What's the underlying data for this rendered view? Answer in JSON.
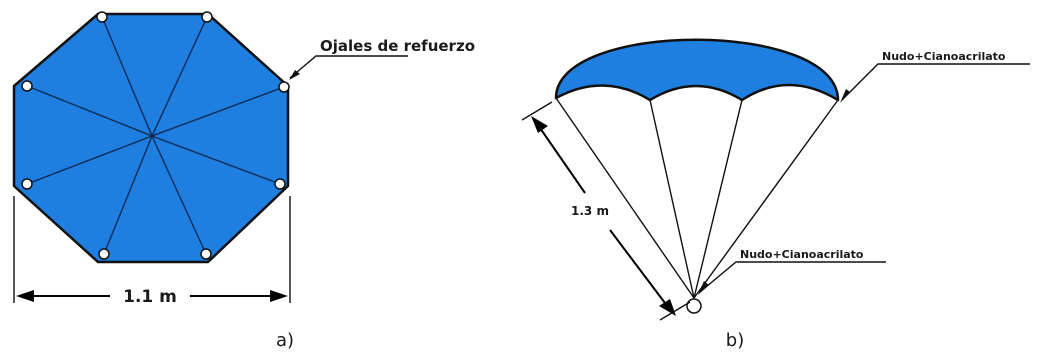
{
  "panel_a": {
    "caption": "a)",
    "grommet_label": "Ojales de refuerzo",
    "width_label": "1.1 m"
  },
  "panel_b": {
    "caption": "b)",
    "knot_label_top": "Nudo+Cianoacrilato",
    "knot_label_bottom": "Nudo+Cianoacrilato",
    "length_label": "1.3 m"
  },
  "colors": {
    "canopy_fill": "#1e7fe0",
    "outline": "#111111",
    "grommet_fill": "#ffffff"
  }
}
